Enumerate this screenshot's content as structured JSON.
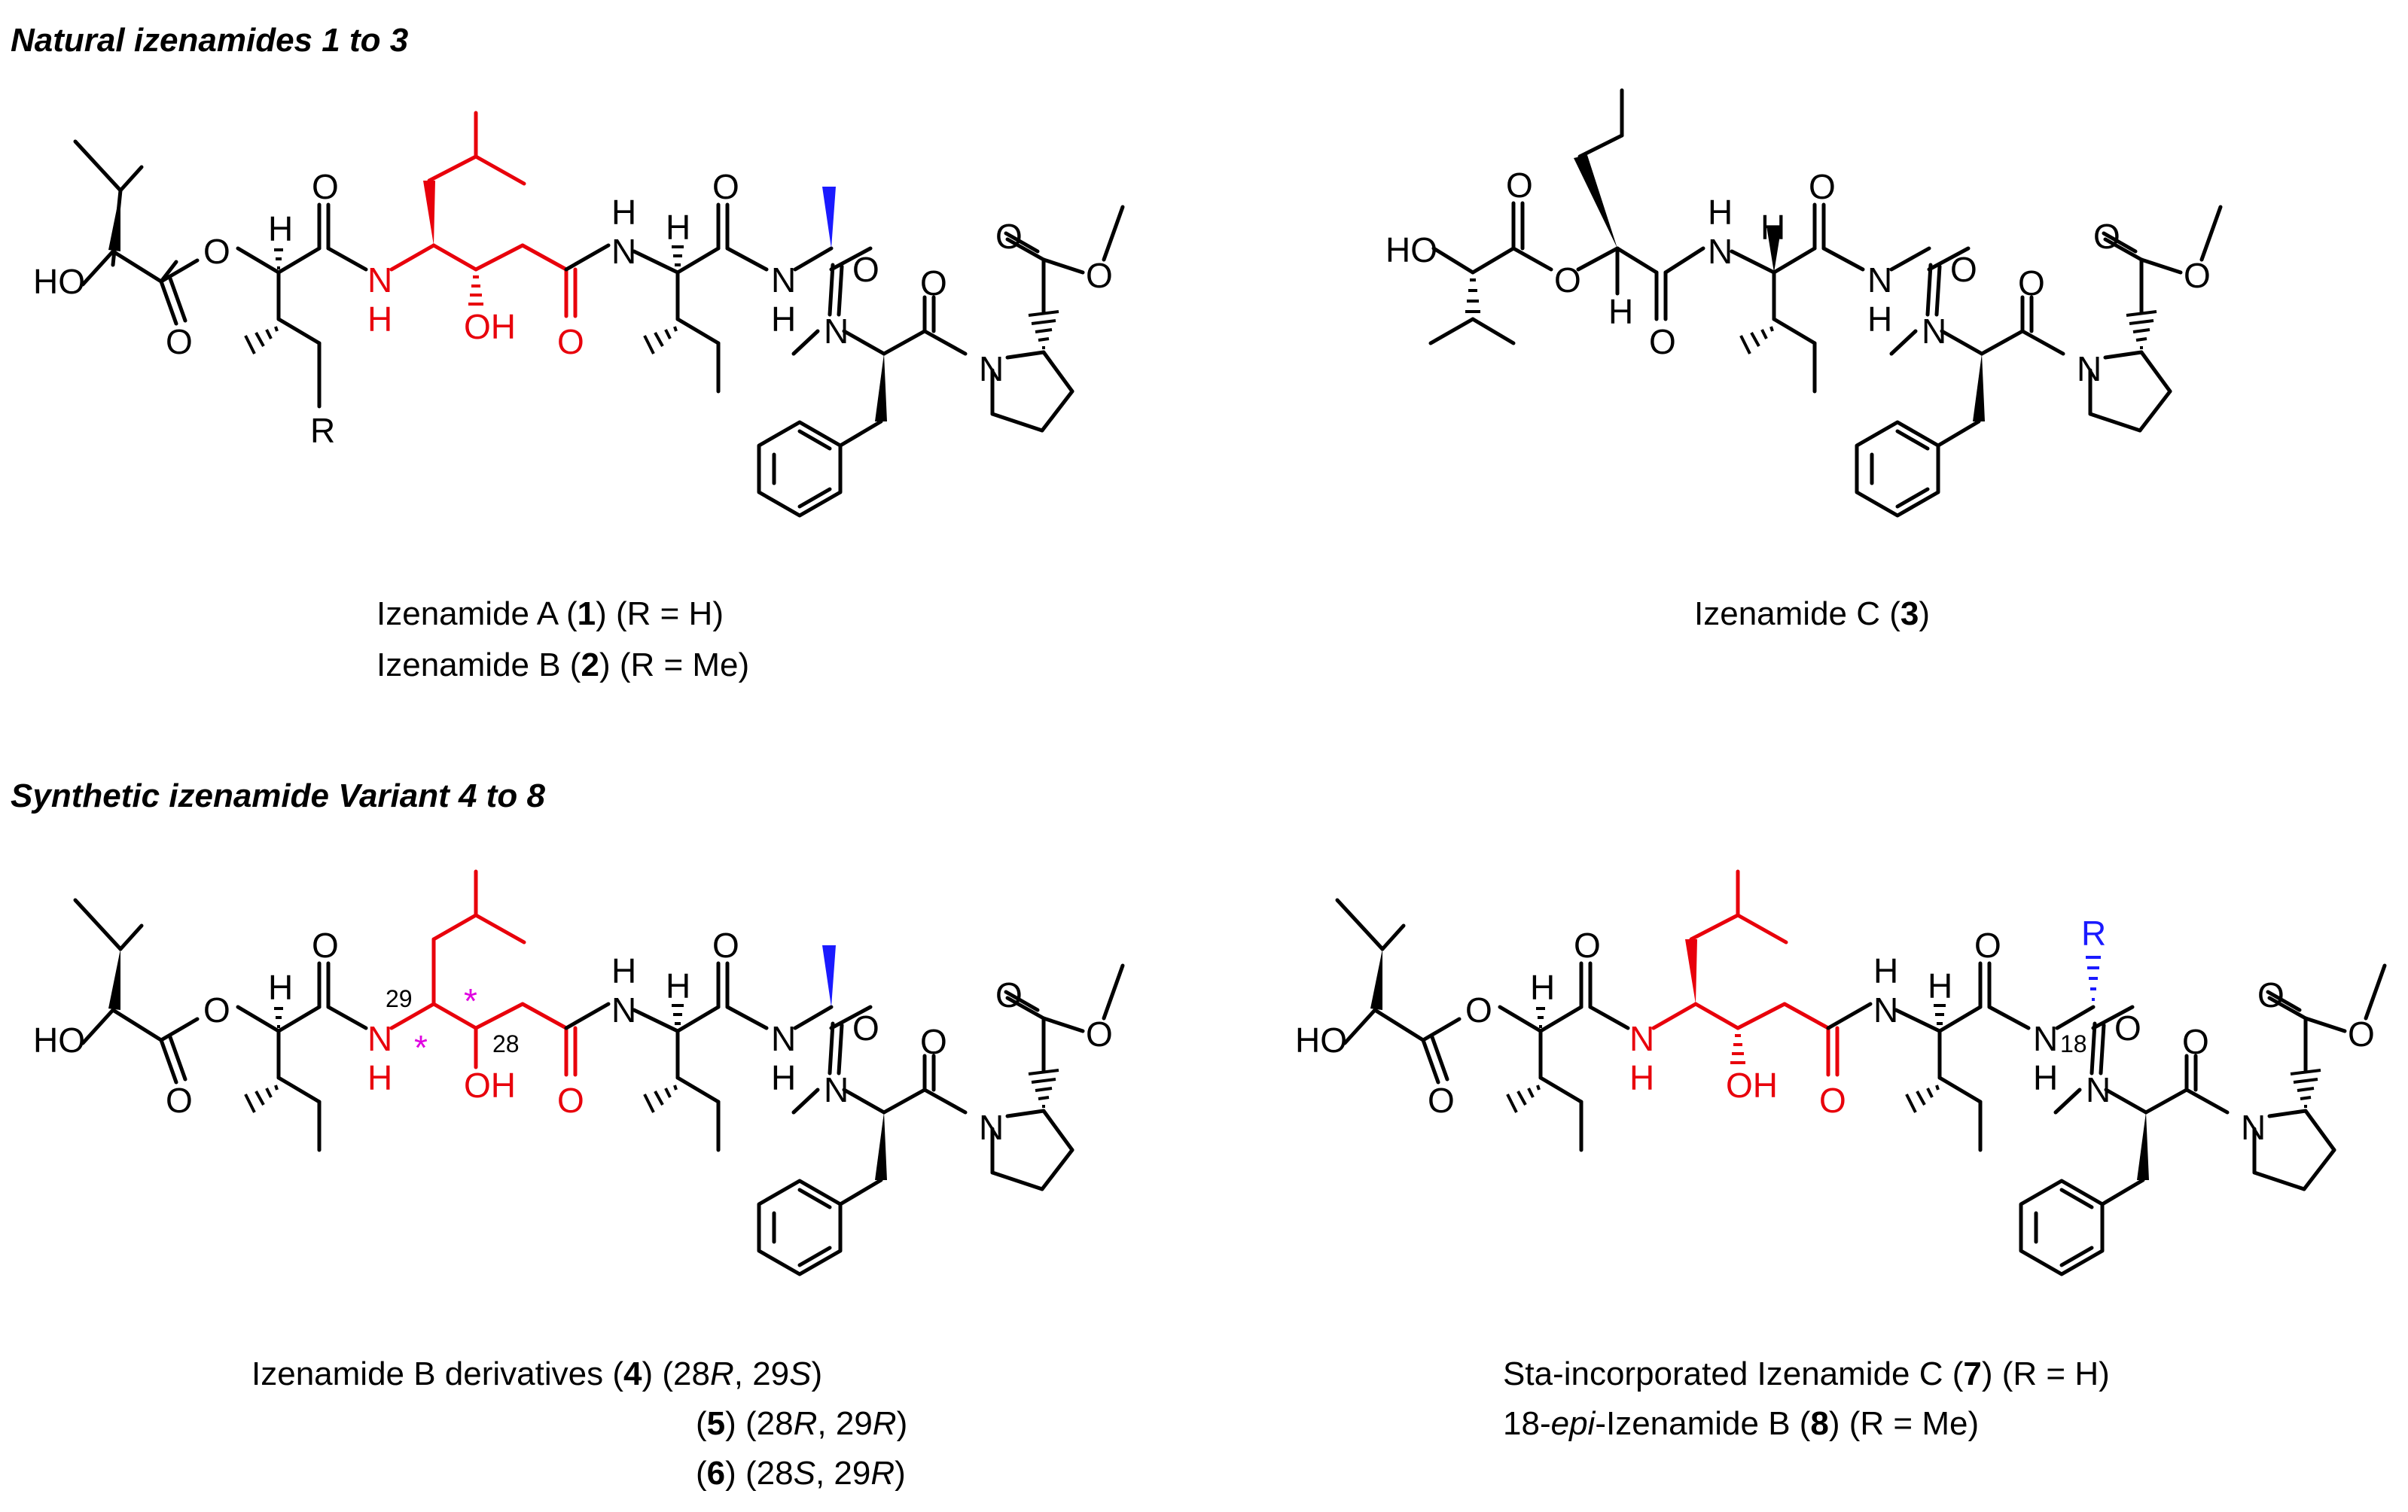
{
  "sections": {
    "natural_header": "Natural izenamides 1 to 3",
    "synthetic_header": "Synthetic izenamide Variant 4 to 8"
  },
  "atoms": {
    "HO": "HO",
    "OH": "OH",
    "O": "O",
    "N": "N",
    "H": "H",
    "R": "R",
    "star": "*"
  },
  "positions": {
    "c29": "29",
    "c28": "28",
    "c18": "18"
  },
  "captions": {
    "izA": {
      "pre": "Izenamide A (",
      "num": "1",
      "post": ") (R = H)"
    },
    "izB": {
      "pre": "Izenamide B (",
      "num": "2",
      "post": ") (R = Me)"
    },
    "izC": {
      "pre": "Izenamide C (",
      "num": "3",
      "post": ")"
    },
    "d4": {
      "pre": "Izenamide B derivatives  (",
      "num": "4",
      "mid": ") (28",
      "c1": "R",
      "sep": ", 29",
      "c2": "S",
      "end": ")"
    },
    "d5": {
      "pre": "(",
      "num": "5",
      "mid": ") (28",
      "c1": "R",
      "sep": ", 29",
      "c2": "R",
      "end": ")"
    },
    "d6": {
      "pre": "(",
      "num": "6",
      "mid": ") (28",
      "c1": "S",
      "sep": ", 29",
      "c2": "R",
      "end": ")"
    },
    "c7": {
      "pre": "Sta-incorporated Izenamide C (",
      "num": "7",
      "post": ") (R = H)"
    },
    "e8": {
      "pre": "18-",
      "epi": "epi",
      "mid": "-Izenamide B (",
      "num": "8",
      "post": ") (R = Me)"
    }
  }
}
